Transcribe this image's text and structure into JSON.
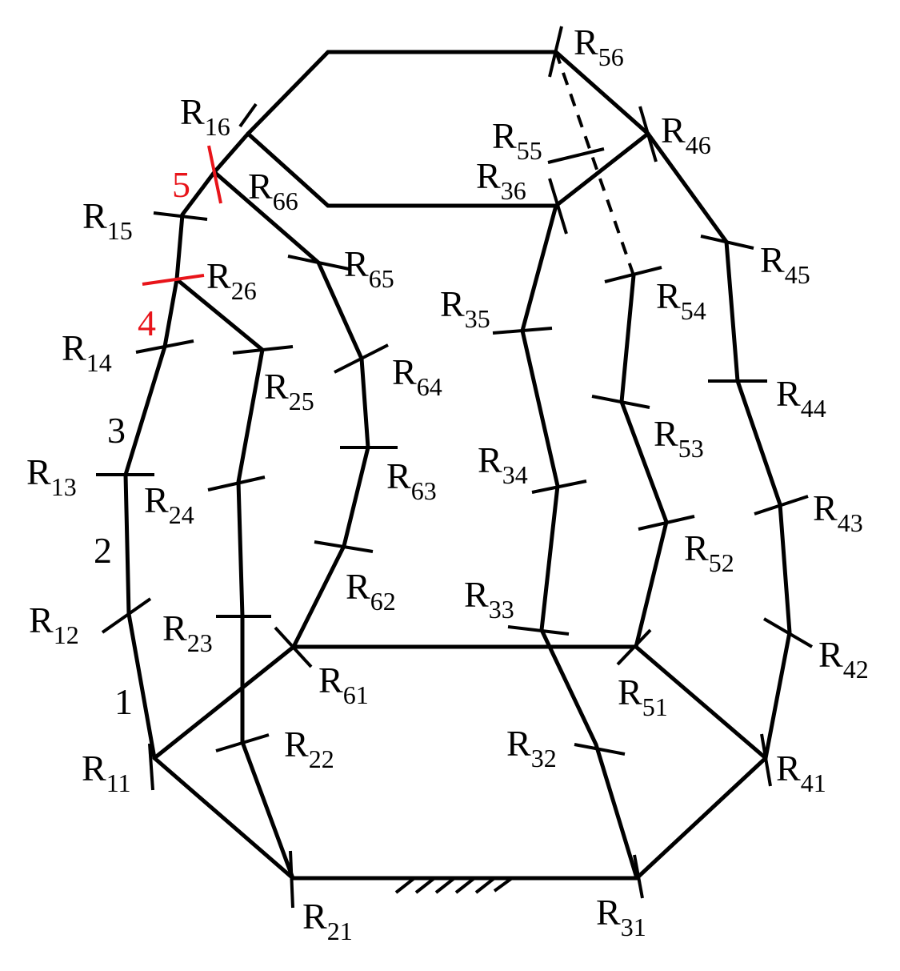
{
  "labels": {
    "R11": {
      "base": "R",
      "sub": "11"
    },
    "R12": {
      "base": "R",
      "sub": "12"
    },
    "R13": {
      "base": "R",
      "sub": "13"
    },
    "R14": {
      "base": "R",
      "sub": "14"
    },
    "R15": {
      "base": "R",
      "sub": "15"
    },
    "R16": {
      "base": "R",
      "sub": "16"
    },
    "R21": {
      "base": "R",
      "sub": "21"
    },
    "R22": {
      "base": "R",
      "sub": "22"
    },
    "R23": {
      "base": "R",
      "sub": "23"
    },
    "R24": {
      "base": "R",
      "sub": "24"
    },
    "R25": {
      "base": "R",
      "sub": "25"
    },
    "R26": {
      "base": "R",
      "sub": "26"
    },
    "R31": {
      "base": "R",
      "sub": "31"
    },
    "R32": {
      "base": "R",
      "sub": "32"
    },
    "R33": {
      "base": "R",
      "sub": "33"
    },
    "R34": {
      "base": "R",
      "sub": "34"
    },
    "R35": {
      "base": "R",
      "sub": "35"
    },
    "R36": {
      "base": "R",
      "sub": "36"
    },
    "R41": {
      "base": "R",
      "sub": "41"
    },
    "R42": {
      "base": "R",
      "sub": "42"
    },
    "R43": {
      "base": "R",
      "sub": "43"
    },
    "R44": {
      "base": "R",
      "sub": "44"
    },
    "R45": {
      "base": "R",
      "sub": "45"
    },
    "R46": {
      "base": "R",
      "sub": "46"
    },
    "R51": {
      "base": "R",
      "sub": "51"
    },
    "R52": {
      "base": "R",
      "sub": "52"
    },
    "R53": {
      "base": "R",
      "sub": "53"
    },
    "R54": {
      "base": "R",
      "sub": "54"
    },
    "R55": {
      "base": "R",
      "sub": "55"
    },
    "R56": {
      "base": "R",
      "sub": "56"
    },
    "R61": {
      "base": "R",
      "sub": "61"
    },
    "R62": {
      "base": "R",
      "sub": "62"
    },
    "R63": {
      "base": "R",
      "sub": "63"
    },
    "R64": {
      "base": "R",
      "sub": "64"
    },
    "R65": {
      "base": "R",
      "sub": "65"
    },
    "R66": {
      "base": "R",
      "sub": "66"
    }
  },
  "segment_numbers": {
    "n1": "1",
    "n2": "2",
    "n3": "3",
    "n4": "4",
    "n5": "5"
  },
  "colors": {
    "line": "#000000",
    "highlight": "#e8141a"
  }
}
